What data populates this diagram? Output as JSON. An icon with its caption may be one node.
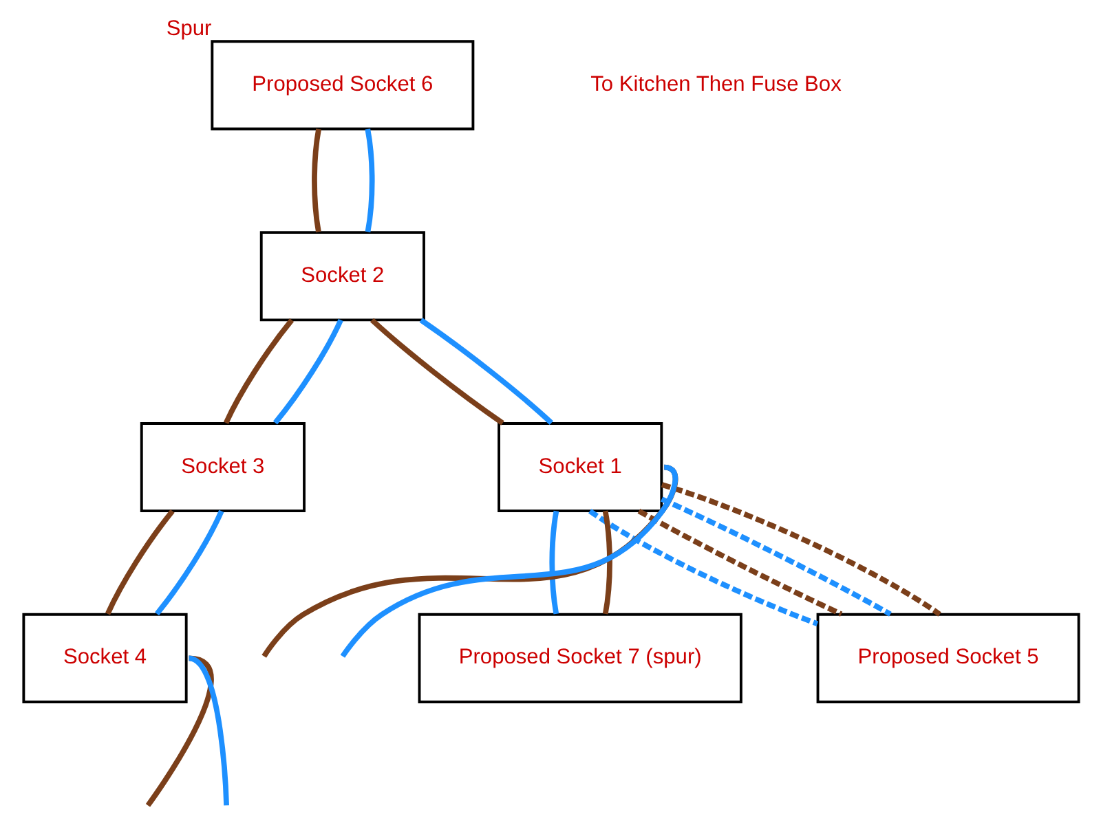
{
  "diagram": {
    "nodes": [
      {
        "text": [
          "Proposed Socket 6"
        ],
        "beside": [
          "Spur"
        ]
      },
      {
        "text": [
          "Socket 2"
        ]
      },
      {
        "text": [
          "Socket 3"
        ]
      },
      {
        "text": [
          "Socket 4"
        ]
      },
      {
        "text": [
          "Socket 1"
        ]
      },
      {
        "text": [
          "Proposed Socket 5"
        ]
      },
      {
        "text": [
          "Proposed Socket 7 (spur)"
        ]
      }
    ],
    "edges": [
      {
        "from": 0,
        "to": 1,
        "arrow": "none",
        "color": "#7b3f1a"
      },
      {
        "from": 0,
        "to": 1,
        "arrow": "none",
        "color": "#1e90ff"
      },
      {
        "from": 1,
        "to": 2,
        "arrow": "none",
        "color": "#7b3f1a"
      },
      {
        "from": 1,
        "to": 2,
        "arrow": "none",
        "color": "#1e90ff"
      },
      {
        "from": 2,
        "to": 3,
        "arrow": "none",
        "color": "#7b3f1a"
      },
      {
        "from": 2,
        "to": 3,
        "arrow": "none",
        "color": "#1e90ff"
      },
      {
        "from": 3,
        "to": null,
        "arrow": "none",
        "color": "#7b3f1a"
      },
      {
        "from": 3,
        "to": null,
        "arrow": "none",
        "color": "#1e90ff"
      },
      {
        "from": 1,
        "to": 4,
        "arrow": "none",
        "color": "#7b3f1a"
      },
      {
        "from": 1,
        "to": 4,
        "arrow": "none",
        "color": "#1e90ff"
      },
      {
        "from": 4,
        "to": null,
        "arrow": "none",
        "color": "#7b3f1a"
      },
      {
        "from": 4,
        "to": null,
        "arrow": "none",
        "color": "#1e90ff"
      },
      {
        "from": 4,
        "to": 6,
        "arrow": "none",
        "color": "#1e90ff"
      },
      {
        "from": 4,
        "to": 6,
        "arrow": "none",
        "color": "#7b3f1a"
      },
      {
        "from": 4,
        "to": 5,
        "arrow": "none",
        "style": "dashed",
        "color": "#1e90ff"
      },
      {
        "from": 4,
        "to": 5,
        "arrow": "none",
        "style": "dashed",
        "color": "#7b3f1a"
      },
      {
        "from": 4,
        "to": 5,
        "arrow": "none",
        "style": "dashed",
        "color": "#1e90ff"
      },
      {
        "from": 4,
        "to": 5,
        "arrow": "none",
        "style": "dashed",
        "color": "#7b3f1a"
      }
    ],
    "labels": [
      "To Kitchen Then Fuse Box"
    ]
  }
}
